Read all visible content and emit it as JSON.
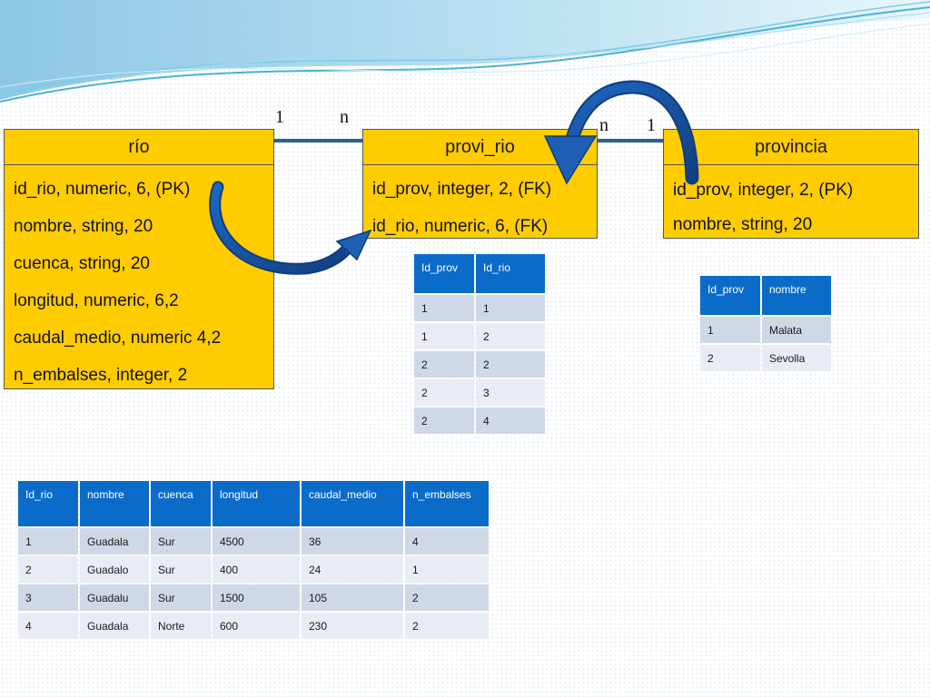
{
  "entities": {
    "rio": {
      "title": "río",
      "fields": [
        "id_rio, numeric, 6, (PK)",
        "nombre, string, 20",
        "cuenca, string, 20",
        "longitud, numeric, 6,2",
        "caudal_medio, numeric 4,2",
        "n_embalses, integer, 2"
      ]
    },
    "provi_rio": {
      "title": "provi_rio",
      "fields": [
        "id_prov, integer, 2, (FK)",
        "id_rio, numeric, 6, (FK)"
      ]
    },
    "provincia": {
      "title": "provincia",
      "fields": [
        "id_prov, integer, 2, (PK)",
        "nombre, string, 20"
      ]
    }
  },
  "cardinality": {
    "rio_side": "1",
    "provi_rio_left": "n",
    "provi_rio_right": "n",
    "provincia_side": "1"
  },
  "tables": {
    "provi_rio": {
      "headers": [
        "Id_prov",
        "Id_rio"
      ],
      "rows": [
        [
          "1",
          "1"
        ],
        [
          "1",
          "2"
        ],
        [
          "2",
          "2"
        ],
        [
          "2",
          "3"
        ],
        [
          "2",
          "4"
        ]
      ]
    },
    "provincia": {
      "headers": [
        "Id_prov",
        "nombre"
      ],
      "rows": [
        [
          "1",
          "Malata"
        ],
        [
          "2",
          "Sevolla"
        ]
      ]
    },
    "rio": {
      "headers": [
        "Id_rio",
        "nombre",
        "cuenca",
        "longitud",
        "caudal_medio",
        "n_embalses"
      ],
      "rows": [
        [
          "1",
          "Guadala",
          "Sur",
          "4500",
          "36",
          "4"
        ],
        [
          "2",
          "Guadalo",
          "Sur",
          "400",
          "24",
          "1"
        ],
        [
          "3",
          "Guadalu",
          "Sur",
          "1500",
          "105",
          "2"
        ],
        [
          "4",
          "Guadala",
          "Norte",
          "600",
          "230",
          "2"
        ]
      ]
    }
  },
  "colors": {
    "entity_fill": "#ffcc00",
    "connector": "#2f5f8f",
    "arrow": "#1d5fb4",
    "table_header": "#0b6bc9",
    "row_odd": "#cfd8e6",
    "row_even": "#e8edf4"
  }
}
